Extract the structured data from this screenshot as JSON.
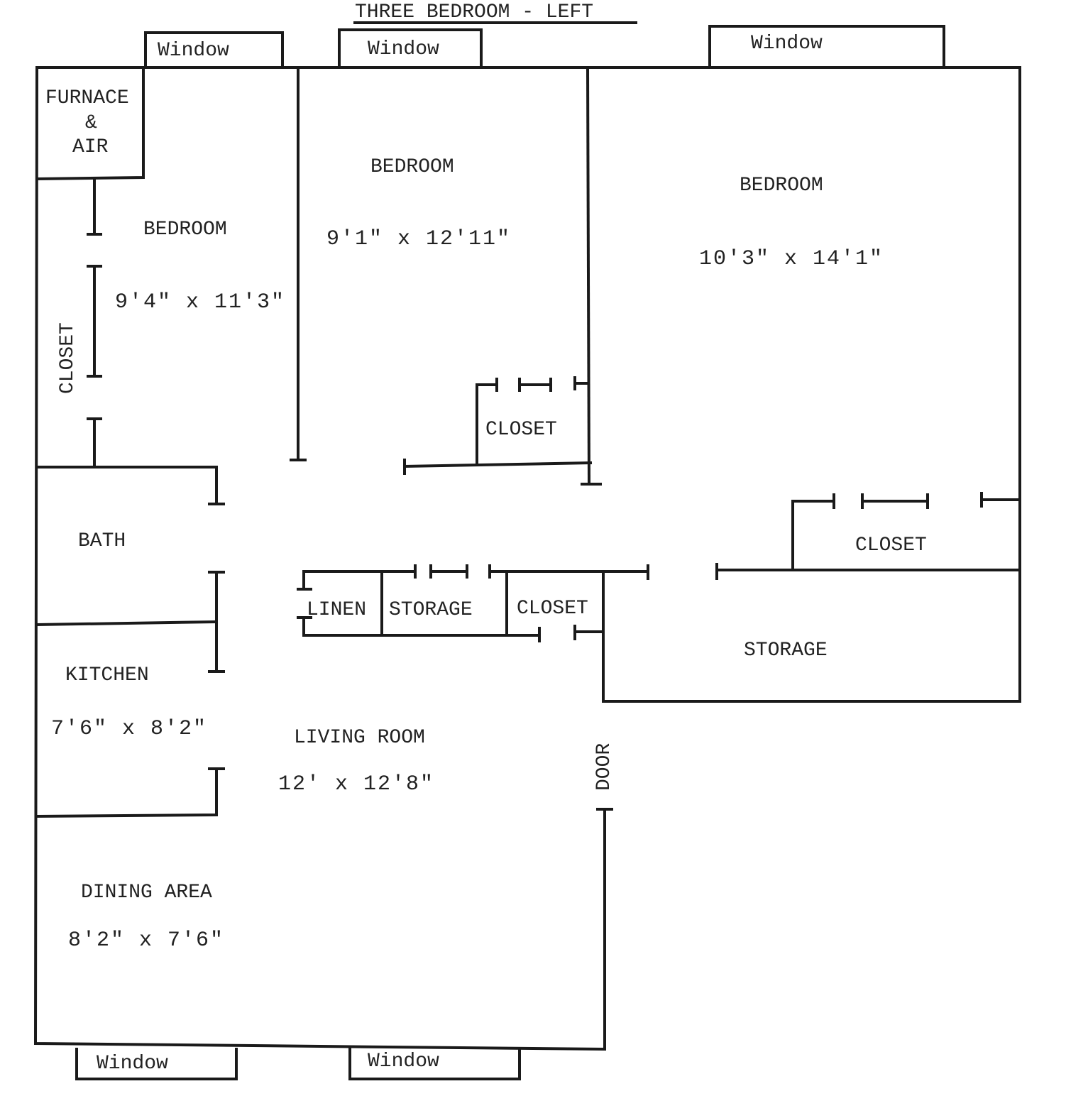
{
  "title": "THREE BEDROOM - LEFT",
  "windows": [
    "Window",
    "Window",
    "Window",
    "Window",
    "Window"
  ],
  "rooms": {
    "furnace": [
      "FURNACE",
      "&",
      "AIR"
    ],
    "bedroom_left": {
      "label": "BEDROOM",
      "size": "9'4\" x 11'3\""
    },
    "bedroom_middle": {
      "label": "BEDROOM",
      "size": "9'1\" x 12'11\""
    },
    "bedroom_right": {
      "label": "BEDROOM",
      "size": "10'3\" x 14'1\""
    },
    "closet_left": "CLOSET",
    "closet_middle": "CLOSET",
    "closet_right": "CLOSET",
    "closet_hall": "CLOSET",
    "bath": "BATH",
    "linen": "LINEN",
    "storage_hall": "STORAGE",
    "storage_right": "STORAGE",
    "kitchen": {
      "label": "KITCHEN",
      "size": "7'6\" x 8'2\""
    },
    "living": {
      "label": "LIVING ROOM",
      "size": "12' x 12'8\""
    },
    "dining": {
      "label": "DINING AREA",
      "size": "8'2\" x 7'6\""
    },
    "door": "DOOR"
  }
}
